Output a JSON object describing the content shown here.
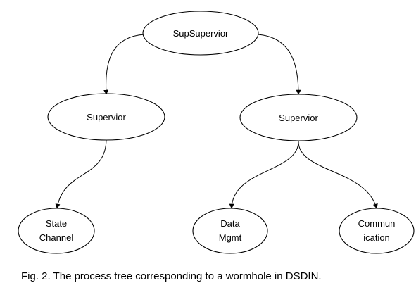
{
  "nodes": {
    "root": {
      "lines": [
        "SupSupervior"
      ]
    },
    "supervisor_left": {
      "lines": [
        "Supervior"
      ]
    },
    "supervisor_right": {
      "lines": [
        "Supervior"
      ]
    },
    "state_channel": {
      "lines": [
        "State",
        "Channel"
      ]
    },
    "data_mgmt": {
      "lines": [
        "Data",
        "Mgmt"
      ]
    },
    "communication": {
      "lines": [
        "Commun",
        "ication"
      ]
    }
  },
  "edges": [
    [
      "root",
      "supervisor_left"
    ],
    [
      "root",
      "supervisor_right"
    ],
    [
      "supervisor_left",
      "state_channel"
    ],
    [
      "supervisor_right",
      "data_mgmt"
    ],
    [
      "supervisor_right",
      "communication"
    ]
  ],
  "caption": "Fig. 2.  The process tree corresponding to a wormhole in DSDIN."
}
